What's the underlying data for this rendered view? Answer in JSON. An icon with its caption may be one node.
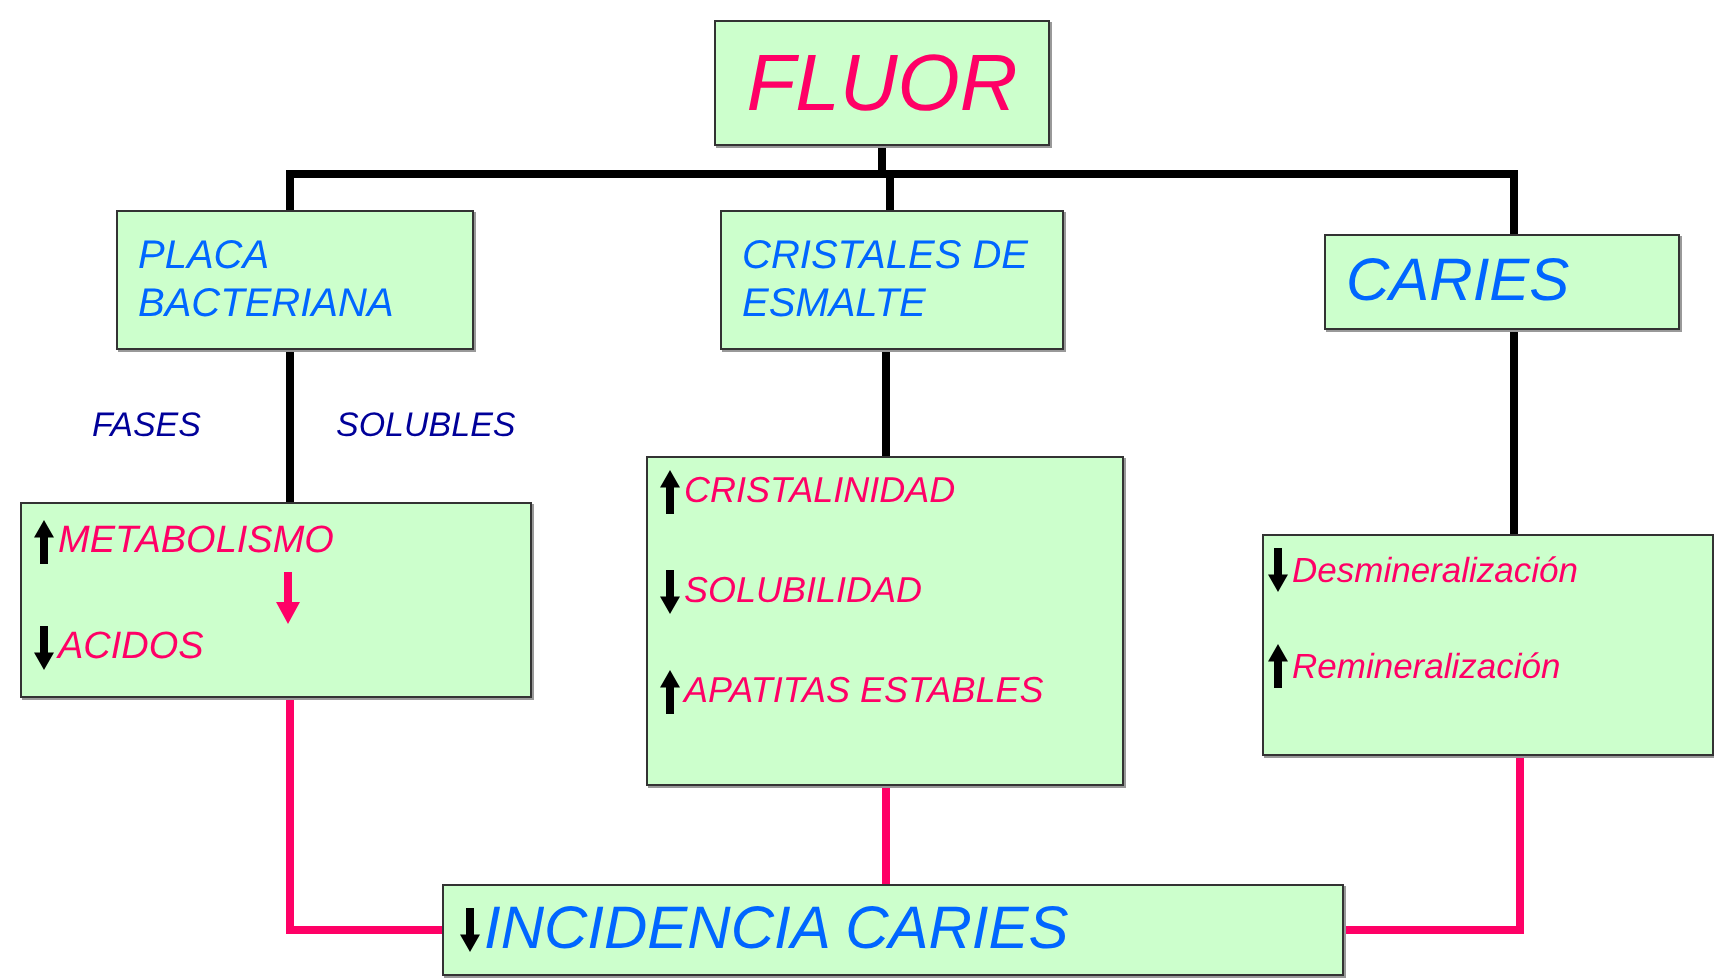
{
  "diagram": {
    "nodes": [
      {
        "text": [
          "FLUOR"
        ]
      },
      {
        "text": [
          "PLACA BACTERIANA"
        ]
      },
      {
        "text": [
          "CRISTALES DE ESMALTE"
        ]
      },
      {
        "text": [
          "CARIES"
        ]
      },
      {
        "text": [
          "METABOLISMO",
          "ACIDOS"
        ]
      },
      {
        "text": [
          "CRISTALINIDAD",
          "SOLUBILIDAD",
          "APATITAS ESTABLES"
        ]
      },
      {
        "text": [
          "Desmineralización",
          "Remineralización"
        ]
      },
      {
        "text": [
          "INCIDENCIA CARIES"
        ]
      }
    ],
    "edges": [
      {
        "from": 0,
        "to": 1,
        "arrow": "none"
      },
      {
        "from": 0,
        "to": 2,
        "arrow": "none"
      },
      {
        "from": 0,
        "to": 3,
        "arrow": "none"
      },
      {
        "from": 1,
        "to": 4,
        "arrow": "none"
      },
      {
        "from": 2,
        "to": 5,
        "arrow": "none"
      },
      {
        "from": 3,
        "to": 6,
        "arrow": "none"
      },
      {
        "from": 4,
        "to": 7,
        "arrow": "none",
        "color": "#ff0066"
      },
      {
        "from": 5,
        "to": 7,
        "arrow": "none",
        "color": "#ff0066"
      },
      {
        "from": 6,
        "to": 7,
        "arrow": "none",
        "color": "#ff0066"
      }
    ],
    "labels": [
      "FASES",
      "SOLUBLES"
    ]
  }
}
